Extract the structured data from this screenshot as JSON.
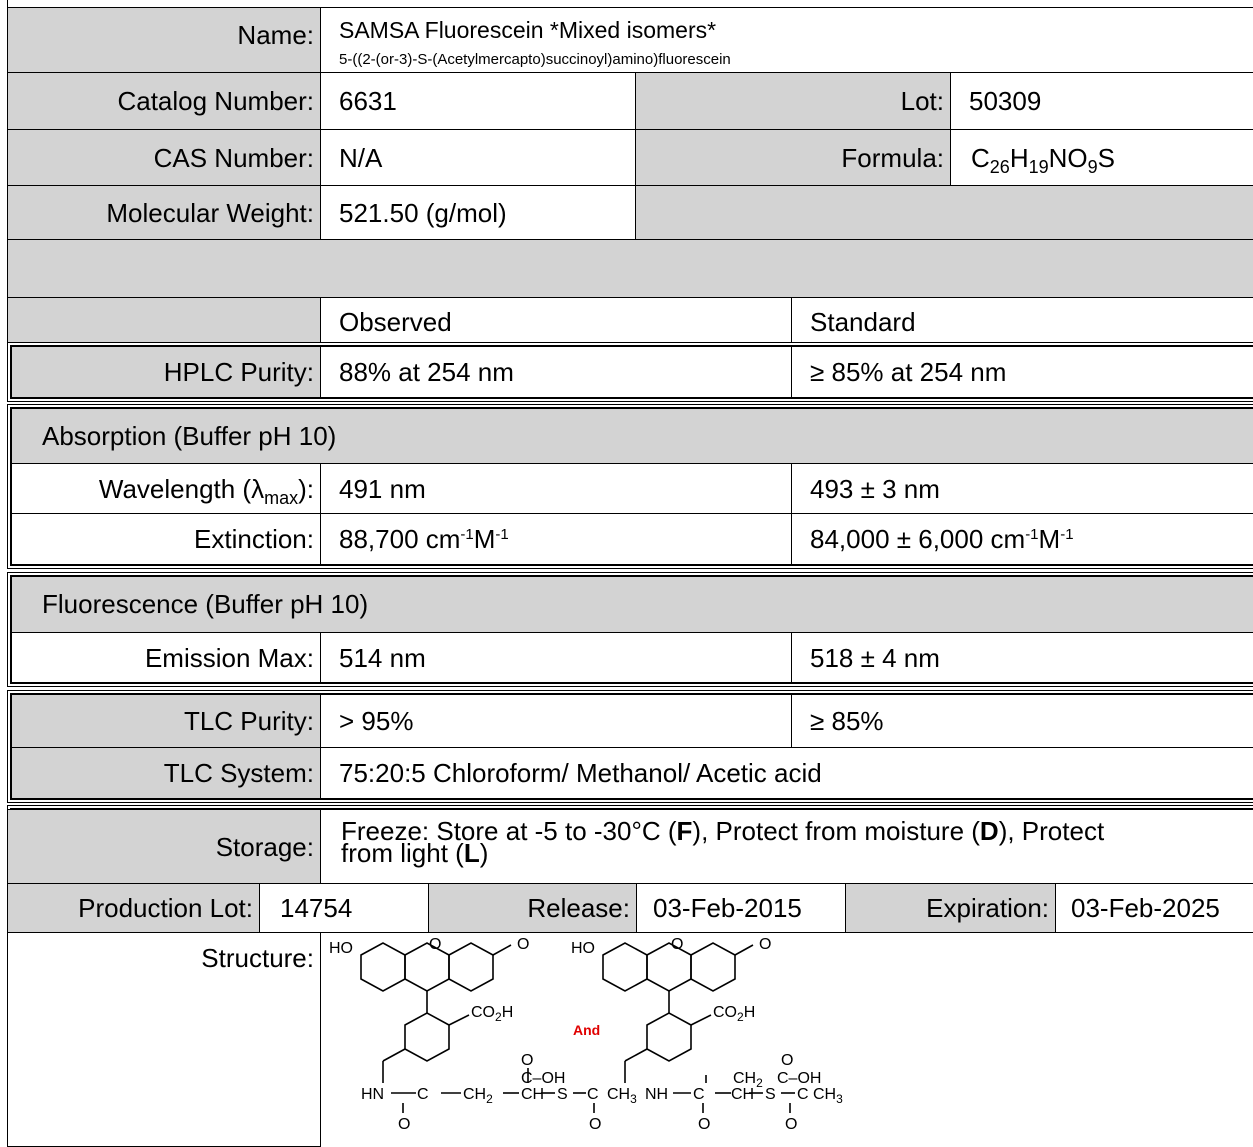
{
  "name": {
    "label": "Name:",
    "value": "SAMSA Fluorescein *Mixed isomers*",
    "subtitle": "5-((2-(or-3)-S-(Acetylmercapto)succinoyl)amino)fluorescein"
  },
  "catalog": {
    "label": "Catalog Number:",
    "value": "6631"
  },
  "lot": {
    "label": "Lot:",
    "value": "50309"
  },
  "cas": {
    "label": "CAS Number:",
    "value": "N/A"
  },
  "formula": {
    "label": "Formula:",
    "c": "C",
    "c_n": "26",
    "h": "H",
    "h_n": "19",
    "no": "NO",
    "o_n": "9",
    "s": "S"
  },
  "mw": {
    "label": "Molecular Weight:",
    "value": "521.50 (g/mol)"
  },
  "columns": {
    "observed": "Observed",
    "standard": "Standard"
  },
  "hplc": {
    "label": "HPLC Purity:",
    "observed": "88% at 254 nm",
    "standard": "≥ 85% at 254 nm"
  },
  "absorption": {
    "title": "Absorption (Buffer pH 10)",
    "wavelength": {
      "label_pre": "Wavelength (λ",
      "label_sub": "max",
      "label_post": "):",
      "observed": "491 nm",
      "standard": "493 ± 3 nm"
    },
    "extinction": {
      "label": "Extinction:",
      "observed": "88,700 cm",
      "standard": "84,000 ± 6,000 cm",
      "exp": "-1",
      "unit_m": "M"
    }
  },
  "fluorescence": {
    "title": "Fluorescence (Buffer pH 10)",
    "emission": {
      "label": "Emission Max:",
      "observed": "514 nm",
      "standard": "518 ± 4 nm"
    }
  },
  "tlc": {
    "purity": {
      "label": "TLC Purity:",
      "observed": "> 95%",
      "standard": "≥ 85%"
    },
    "system": {
      "label": "TLC System:",
      "value": "75:20:5 Chloroform/ Methanol/ Acetic acid"
    }
  },
  "storage": {
    "label": "Storage:",
    "t1": "Freeze: Store at -5 to -30°C (",
    "f": "F",
    "t2": "), Protect from moisture (",
    "d": "D",
    "t3": "), Protect",
    "t4": "from light (",
    "l": "L",
    "t5": ")"
  },
  "production": {
    "lot_label": "Production Lot:",
    "lot_value": "14754",
    "release_label": "Release:",
    "release_value": "03-Feb-2015",
    "expiration_label": "Expiration:",
    "expiration_value": "03-Feb-2025"
  },
  "structure": {
    "label": "Structure:",
    "ho": "HO",
    "o": "O",
    "co2h": "CO",
    "co2h_sub": "2",
    "co2h_h": "H",
    "and": "And",
    "oh": "C–OH",
    "hn": "HN",
    "nh": "NH",
    "c": "C",
    "ch": "CH",
    "ch2": "CH",
    "ch2_sub": "2",
    "s": "S",
    "ch3": "CH",
    "ch3_sub": "3"
  }
}
